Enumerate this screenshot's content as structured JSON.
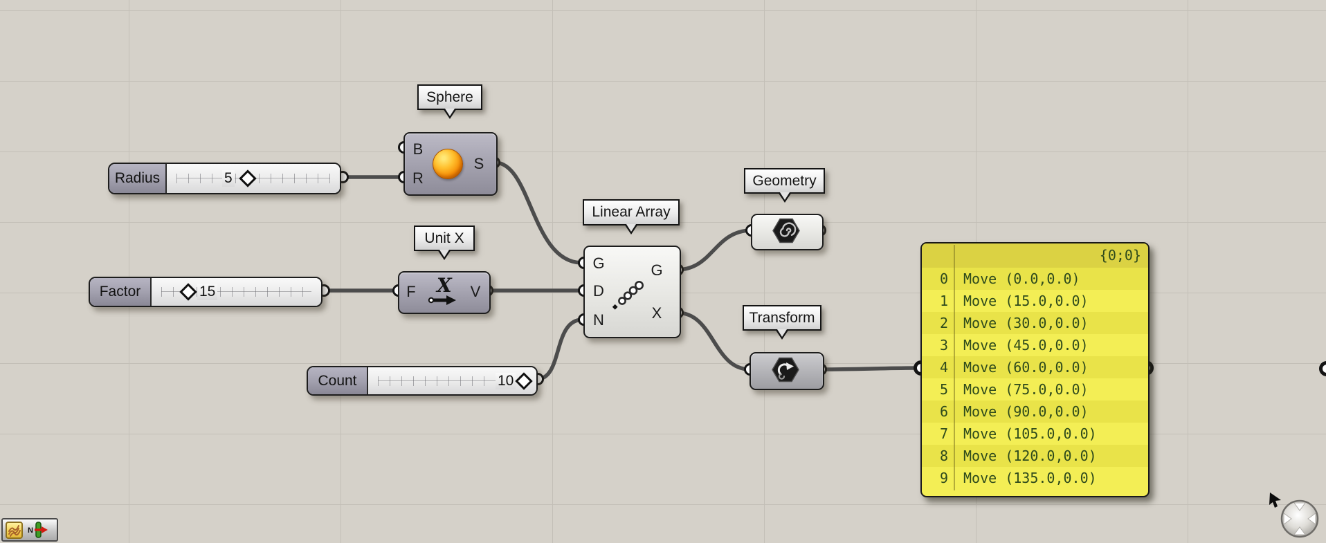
{
  "app": {
    "name": "Grasshopper canvas"
  },
  "colors": {
    "canvas_bg": "#d5d1c9",
    "grid_line": "#c3bfb7",
    "wire": "#4c4c4c",
    "component_gray_purple": "#a5a3b0",
    "component_light": "#e7e7e3",
    "panel_yellow": "#f3ee55",
    "panel_yellow_alt": "#e9e349",
    "panel_header_yellow": "#dbd243",
    "panel_text_green": "#2e4a1c",
    "sphere_orange": "#f68c05"
  },
  "sliders": {
    "radius": {
      "label": "Radius",
      "value": "5"
    },
    "factor": {
      "label": "Factor",
      "value": "15"
    },
    "count": {
      "label": "Count",
      "value": "10"
    }
  },
  "components": {
    "sphere": {
      "title": "Sphere",
      "inputs": [
        "B",
        "R"
      ],
      "outputs": [
        "S"
      ],
      "icon": "sphere-ball-icon"
    },
    "unit_x": {
      "title": "Unit X",
      "inputs": [
        "F"
      ],
      "outputs": [
        "V"
      ],
      "icon": "unit-x-vector-icon"
    },
    "linear_array": {
      "title": "Linear Array",
      "inputs": [
        "G",
        "D",
        "N"
      ],
      "outputs": [
        "G",
        "X"
      ],
      "icon": "linear-array-dots-icon"
    },
    "geometry": {
      "title": "Geometry",
      "icon": "geometry-spiral-hexagon-icon"
    },
    "transform": {
      "title": "Transform",
      "icon": "transform-arrow-hexagon-icon"
    }
  },
  "panel": {
    "header": "{0;0}",
    "rows": [
      {
        "i": "0",
        "t": "Move (0.0,0.0)"
      },
      {
        "i": "1",
        "t": "Move (15.0,0.0)"
      },
      {
        "i": "2",
        "t": "Move (30.0,0.0)"
      },
      {
        "i": "3",
        "t": "Move (45.0,0.0)"
      },
      {
        "i": "4",
        "t": "Move (60.0,0.0)"
      },
      {
        "i": "5",
        "t": "Move (75.0,0.0)"
      },
      {
        "i": "6",
        "t": "Move (90.0,0.0)"
      },
      {
        "i": "7",
        "t": "Move (105.0,0.0)"
      },
      {
        "i": "8",
        "t": "Move (120.0,0.0)"
      },
      {
        "i": "9",
        "t": "Move (135.0,0.0)"
      }
    ]
  },
  "statusbar": {
    "icons": [
      "sketch-tool-icon",
      "vector-widget-icon"
    ]
  },
  "widgets": {
    "icons": [
      "navigator-ball-icon",
      "cursor-arrow-icon"
    ]
  }
}
